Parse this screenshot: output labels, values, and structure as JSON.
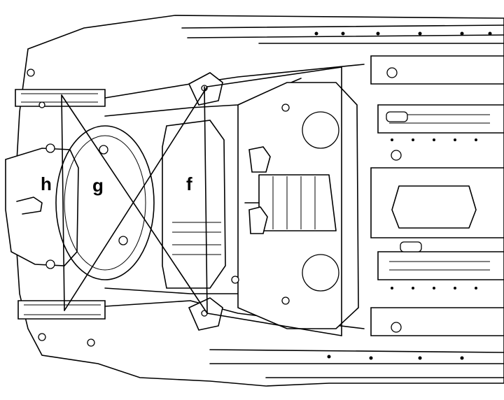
{
  "diagram": {
    "labels": {
      "h": "h",
      "g": "g",
      "f": "f"
    },
    "colors": {
      "line": "#000000",
      "background": "#ffffff"
    }
  }
}
